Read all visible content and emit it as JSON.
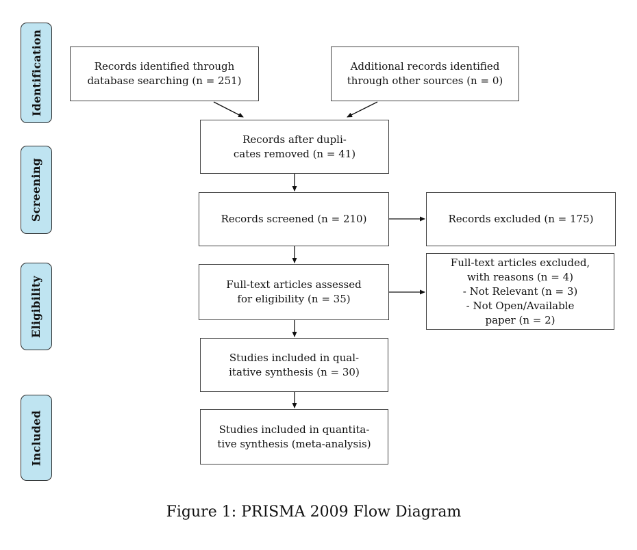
{
  "caption": "Figure 1: PRISMA 2009 Flow Diagram",
  "colors": {
    "stage_fill": "#bfe4f1",
    "box_border": "#3f3f3f",
    "arrow": "#111111"
  },
  "stages": [
    {
      "label": "Identification"
    },
    {
      "label": "Screening"
    },
    {
      "label": "Eligibility"
    },
    {
      "label": "Included"
    }
  ],
  "flow": {
    "records_identified": {
      "lines": [
        "Records identified through",
        "database searching (n = 251)"
      ]
    },
    "additional_records": {
      "lines": [
        "Additional records identified",
        "through other sources (n = 0)"
      ]
    },
    "after_duplicates": {
      "lines": [
        "Records after dupli-",
        "cates removed (n = 41)"
      ]
    },
    "records_screened": {
      "lines": [
        "Records screened (n = 210)"
      ]
    },
    "records_excluded": {
      "lines": [
        "Records excluded (n = 175)"
      ]
    },
    "fulltext_assessed": {
      "lines": [
        "Full-text articles assessed",
        "for eligibility (n = 35)"
      ]
    },
    "fulltext_excluded": {
      "lines": [
        "Full-text articles excluded,",
        "with reasons (n = 4)",
        "- Not Relevant (n = 3)",
        "- Not Open/Available",
        "paper (n = 2)"
      ]
    },
    "qualitative": {
      "lines": [
        "Studies included in qual-",
        "itative synthesis (n = 30)"
      ]
    },
    "quantitative": {
      "lines": [
        "Studies included in quantita-",
        "tive synthesis (meta-analysis)"
      ]
    }
  }
}
